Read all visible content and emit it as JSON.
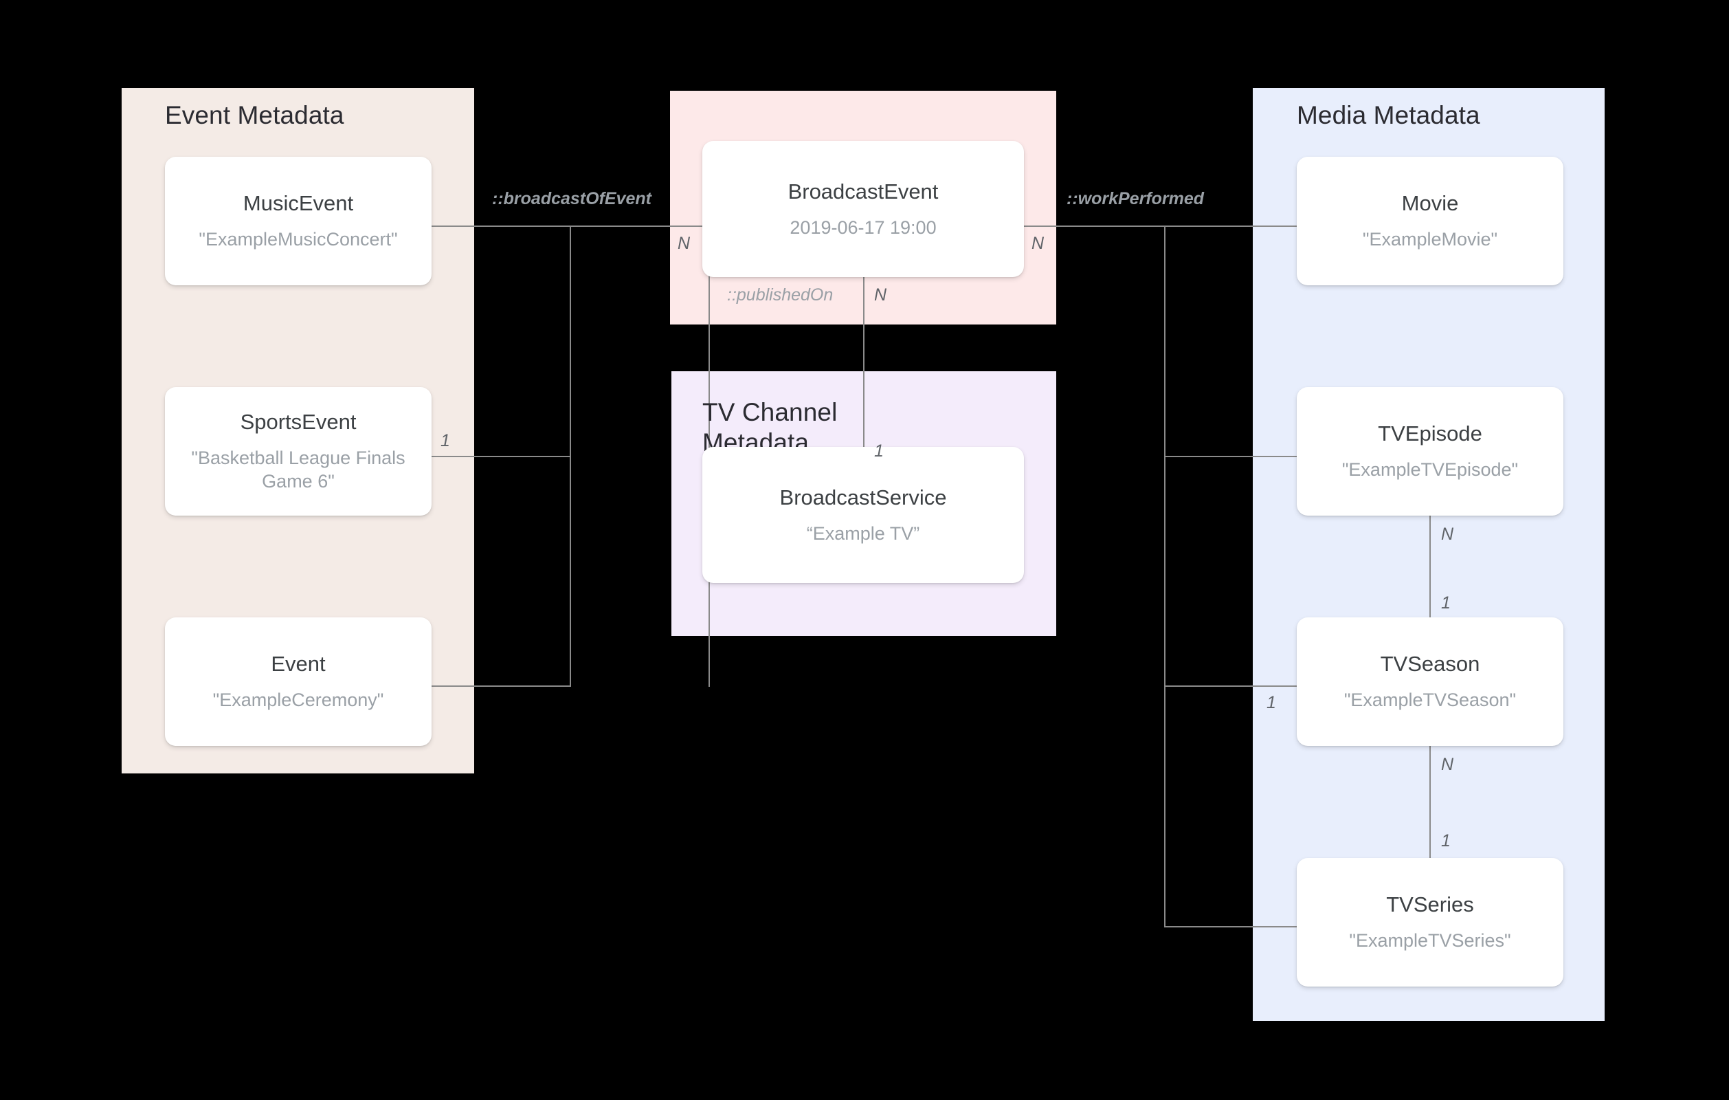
{
  "groups": {
    "event": {
      "title": "Event Metadata",
      "color": "#f4ebe6"
    },
    "broadcast": {
      "title": "",
      "color": "#fde9e9"
    },
    "tvchannel": {
      "title": "TV Channel\nMetadata",
      "color": "#f4ecfb"
    },
    "media": {
      "title": "Media Metadata",
      "color": "#e8eefc"
    }
  },
  "entities": {
    "music_event": {
      "type": "MusicEvent",
      "value": "\"ExampleMusicConcert\""
    },
    "sports_event": {
      "type": "SportsEvent",
      "value": "\"Basketball League Finals Game 6\""
    },
    "event": {
      "type": "Event",
      "value": "\"ExampleCeremony\""
    },
    "broadcast_event": {
      "type": "BroadcastEvent",
      "value": "2019-06-17 19:00"
    },
    "broadcast_service": {
      "type": "BroadcastService",
      "value": "“Example TV”"
    },
    "movie": {
      "type": "Movie",
      "value": "\"ExampleMovie\""
    },
    "tv_episode": {
      "type": "TVEpisode",
      "value": "\"ExampleTVEpisode\""
    },
    "tv_season": {
      "type": "TVSeason",
      "value": "\"ExampleTVSeason\""
    },
    "tv_series": {
      "type": "TVSeries",
      "value": "\"ExampleTVSeries\""
    }
  },
  "relations": {
    "broadcast_of_event": "::broadcastOfEvent",
    "work_performed": "::workPerformed",
    "published_on": "::publishedOn"
  },
  "cardinalities": {
    "be_left": "N",
    "be_right": "N",
    "sports": "1",
    "published_n": "N",
    "service_1": "1",
    "episode_n": "N",
    "season_1": "1",
    "season_n": "N",
    "series_1": "1",
    "media_mid_1": "1"
  },
  "colors": {
    "background": "#000000",
    "card": "#ffffff",
    "line": "#8a8a8a",
    "title_text": "#2b2b31",
    "entity_text": "#3c4043",
    "value_text": "#9aa0a6",
    "relation_text": "#9aa0a6"
  }
}
